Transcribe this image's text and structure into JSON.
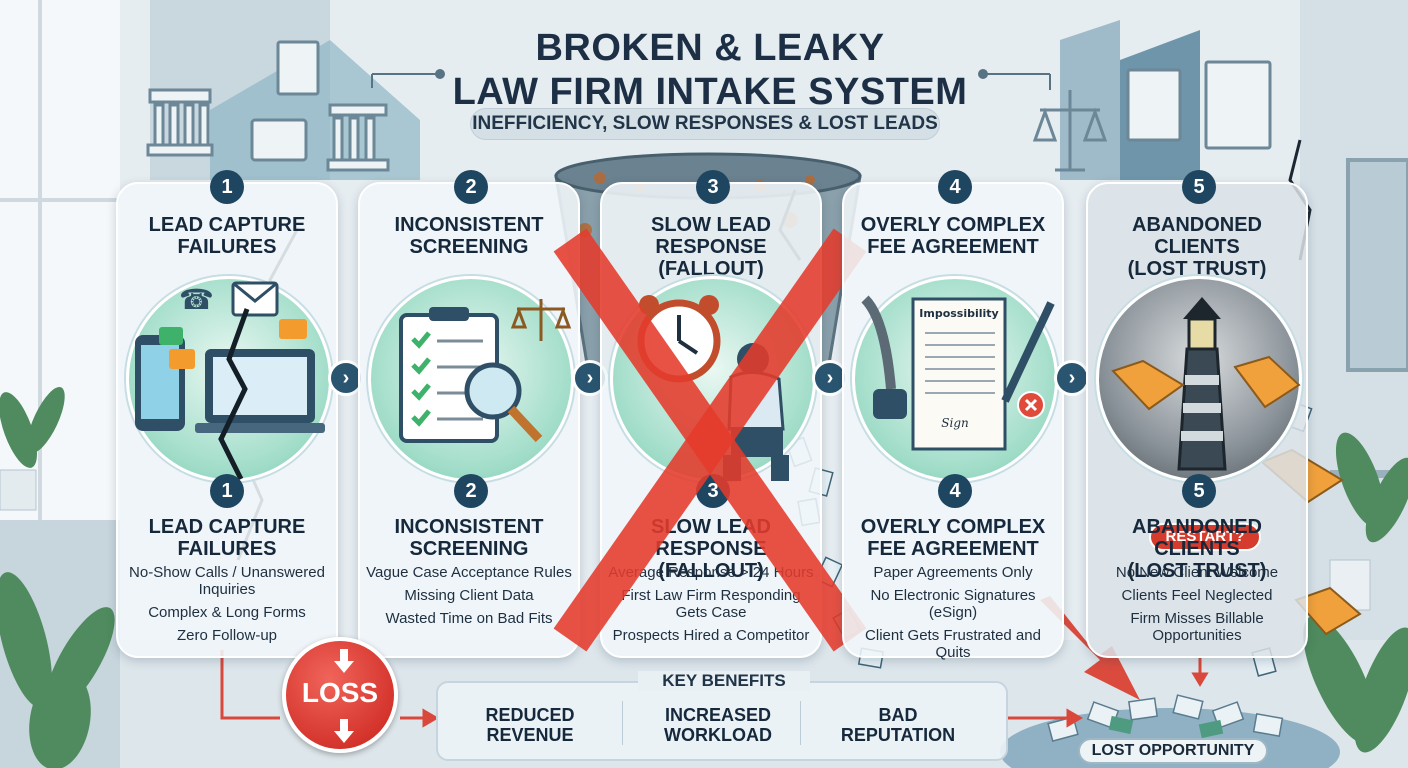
{
  "title_line1": "BROKEN & LEAKY",
  "title_line2": "LAW FIRM INTAKE SYSTEM",
  "subtitle": "INEFFICIENCY, SLOW RESPONSES & LOST LEADS",
  "steps": [
    {
      "number": "1",
      "title_line1": "LEAD CAPTURE",
      "title_line2": "FAILURES",
      "items": [
        "No-Show Calls / Unanswered Inquiries",
        "Complex & Long Forms",
        "Zero Follow-up"
      ]
    },
    {
      "number": "2",
      "title_line1": "INCONSISTENT",
      "title_line2": "SCREENING",
      "items": [
        "Vague Case Acceptance Rules",
        "Missing Client Data",
        "Wasted Time on Bad Fits"
      ]
    },
    {
      "number": "3",
      "title_line1": "SLOW LEAD",
      "title_line2": "RESPONSE (FALLOUT)",
      "items": [
        "Average Response > 24 Hours",
        "First Law Firm Responding Gets Case",
        "Prospects Hired a Competitor"
      ]
    },
    {
      "number": "4",
      "title_line1": "OVERLY COMPLEX",
      "title_line2": "FEE AGREEMENT",
      "items": [
        "Paper Agreements Only",
        "No Electronic Signatures (eSign)",
        "Client Gets Frustrated and Quits"
      ],
      "doc_label": "Impossibility",
      "signature": "Sign"
    },
    {
      "number": "5",
      "title_line1": "ABANDONED CLIENTS",
      "title_line2": "(LOST TRUST)",
      "items": [
        "No New Client Welcome",
        "Clients Feel Neglected",
        "Firm Misses Billable Opportunities"
      ],
      "button": "RESTART?"
    }
  ],
  "loss_label": "LOSS",
  "key_benefits": {
    "title": "KEY BENEFITS",
    "items": [
      "REDUCED REVENUE",
      "INCREASED WORKLOAD",
      "BAD REPUTATION"
    ]
  },
  "lost_opportunity": "LOST OPPORTUNITY",
  "colors": {
    "accent_navy": "#1f4660",
    "alert_red": "#d63c2e",
    "teal": "#6cc2ad"
  }
}
